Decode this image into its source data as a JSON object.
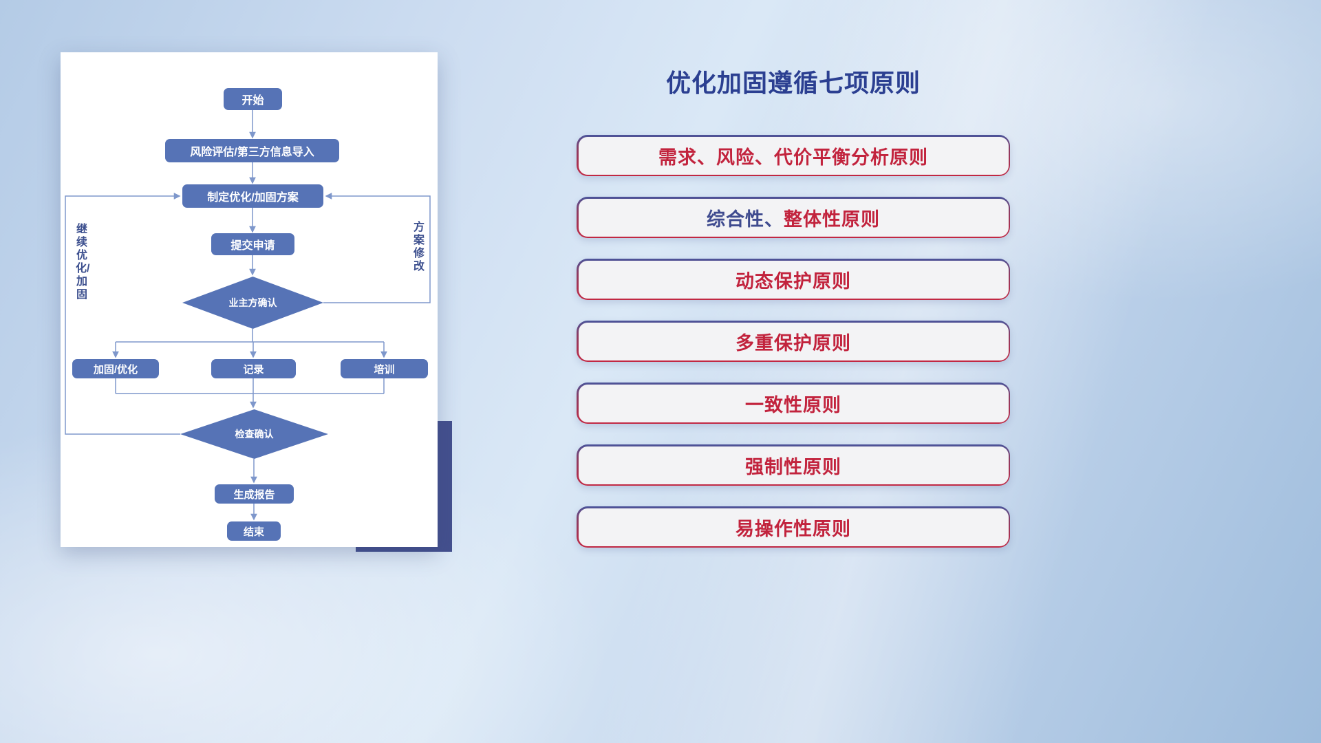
{
  "title": "优化加固遵循七项原则",
  "flowchart": {
    "nodes": {
      "start": "开始",
      "risk_import": "风险评估/第三方信息导入",
      "make_plan": "制定优化/加固方案",
      "submit": "提交申请",
      "owner_confirm": "业主方确认",
      "reinforce": "加固/优化",
      "record": "记录",
      "training": "培训",
      "check_confirm": "检查确认",
      "report": "生成报告",
      "end": "结束"
    },
    "edge_labels": {
      "continue_loop": "继续优化/加固",
      "revise_plan": "方案修改"
    }
  },
  "principles": [
    {
      "segments": [
        {
          "text": "需求、风险、代价平衡分析原则",
          "color": "red"
        }
      ]
    },
    {
      "segments": [
        {
          "text": "综合性、",
          "color": "navy"
        },
        {
          "text": "整体性原则",
          "color": "red"
        }
      ]
    },
    {
      "segments": [
        {
          "text": "动态保护原则",
          "color": "red"
        }
      ]
    },
    {
      "segments": [
        {
          "text": "多重保护原则",
          "color": "red"
        }
      ]
    },
    {
      "segments": [
        {
          "text": "一致性原则",
          "color": "red"
        }
      ]
    },
    {
      "segments": [
        {
          "text": "强制性原则",
          "color": "red"
        }
      ]
    },
    {
      "segments": [
        {
          "text": "易操作性原则",
          "color": "red"
        }
      ]
    }
  ],
  "colors": {
    "title": "#2b3f91",
    "node_fill": "#5673b6",
    "connector": "#7e97cb",
    "principle_red": "#c2233d",
    "principle_navy": "#3f4b8f",
    "accent_block": "#44508e"
  }
}
